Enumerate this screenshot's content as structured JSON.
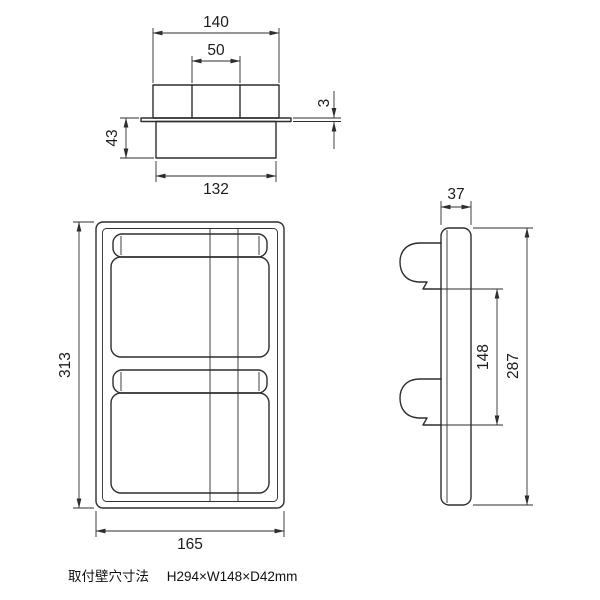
{
  "page": {
    "background": "#ffffff",
    "caption": {
      "label": "取付壁穴寸法",
      "value": "H294×W148×D42mm"
    }
  },
  "drawing": {
    "top_view": {
      "width_top": "140",
      "width_inner": "50",
      "flange_thickness": "3",
      "depth": "43",
      "width_bottom": "132"
    },
    "front_view": {
      "height": "313",
      "width": "165"
    },
    "side_view": {
      "depth": "37",
      "hook_pitch": "148",
      "height": "287"
    }
  },
  "colors": {
    "line": "#2e2e2e",
    "text": "#1c1c1c"
  }
}
